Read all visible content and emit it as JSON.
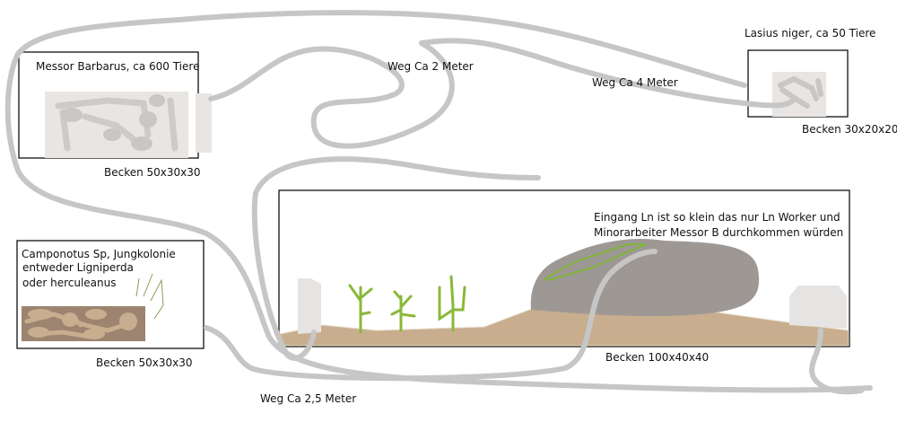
{
  "tanks": {
    "messor": {
      "title": "Messor Barbarus, ca 600 Tiere",
      "size": "Becken 50x30x30"
    },
    "lasius": {
      "title": "Lasius niger, ca 50 Tiere",
      "size": "Becken 30x20x20"
    },
    "camponotus": {
      "title_lines": [
        "Camponotus Sp, Jungkolonie",
        "entweder Ligniperda",
        "oder herculeanus"
      ],
      "size": "Becken 50x30x30"
    },
    "main": {
      "note_lines": [
        "Eingang Ln ist so klein das nur Ln Worker und",
        "Minorarbeiter Messor B durchkommen würden"
      ],
      "size": "Becken 100x40x40"
    }
  },
  "paths": {
    "weg_2": "Weg Ca 2 Meter",
    "weg_4": "Weg Ca 4 Meter",
    "weg_25": "Weg Ca 2,5 Meter"
  },
  "colors": {
    "tube": "#c6c6c6",
    "sand": "#c8ae8e",
    "stone": "#9e9895",
    "plant": "#8ab83a",
    "nest_dark": "#9c8470"
  }
}
